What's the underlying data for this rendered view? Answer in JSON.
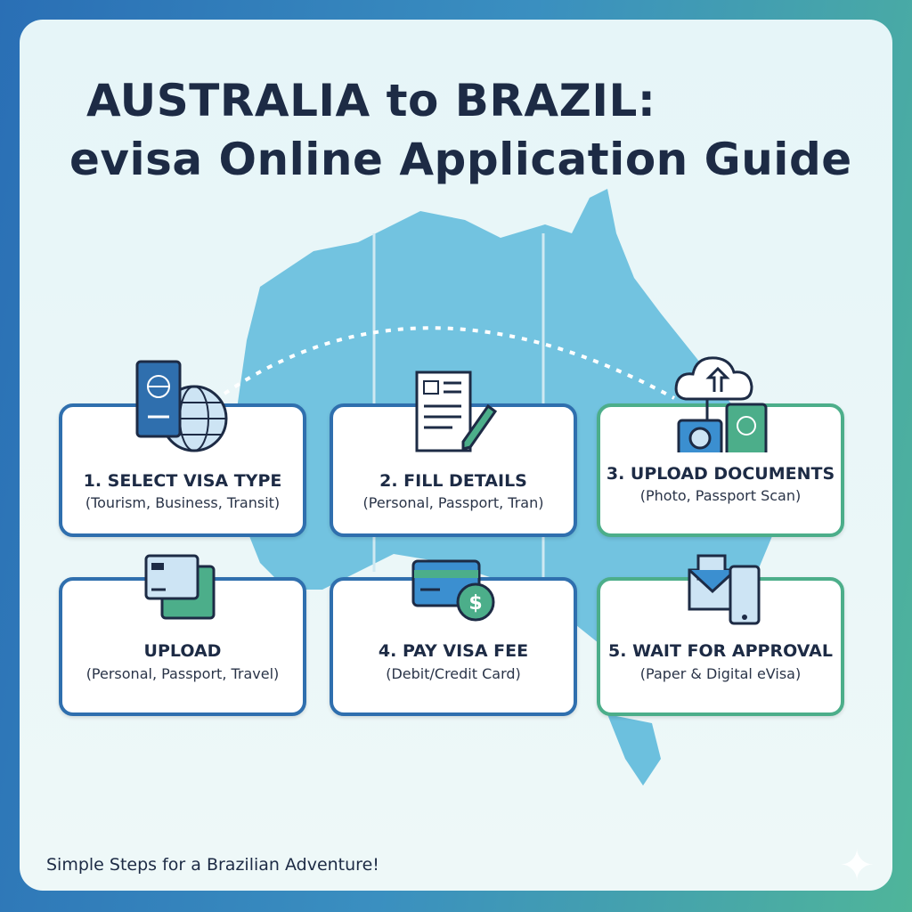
{
  "title": {
    "line1": "AUSTRALIA to BRAZIL:",
    "line2": "evisa Online Application Guide"
  },
  "steps": [
    {
      "heading": "1. SELECT VISA TYPE",
      "sub": "(Tourism, Business, Transit)",
      "icon": "passport-globe-icon"
    },
    {
      "heading": "2. FILL DETAILS",
      "sub": "(Personal, Passport, Tran)",
      "icon": "form-pencil-icon"
    },
    {
      "heading": "3. UPLOAD DOCUMENTS",
      "sub": "(Photo, Passport Scan)",
      "icon": "cloud-upload-camera-passport-icon"
    },
    {
      "heading": "UPLOAD",
      "sub": "(Personal, Passport, Travel)",
      "icon": "id-cards-icon"
    },
    {
      "heading": "4. PAY VISA FEE",
      "sub": "(Debit/Credit Card)",
      "icon": "credit-card-dollar-icon"
    },
    {
      "heading": "5. WAIT FOR APPROVAL",
      "sub": "(Paper & Digital eVisa)",
      "icon": "envelope-phone-icon"
    }
  ],
  "footer": "Simple Steps for a Brazilian Adventure!",
  "colors": {
    "blue": "#2f6fae",
    "green": "#4cae8a",
    "map": "#6cc0de",
    "text": "#1d2b45"
  }
}
